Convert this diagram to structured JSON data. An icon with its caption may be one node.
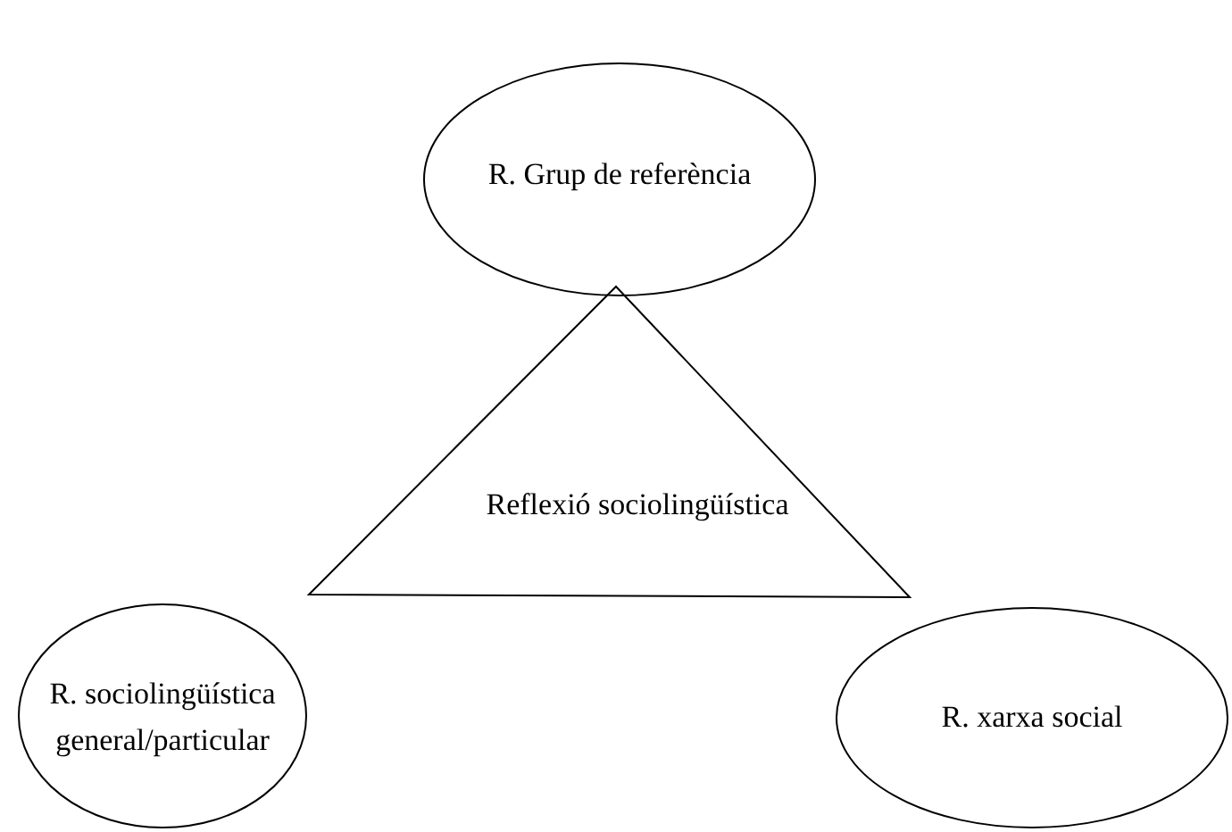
{
  "diagram": {
    "nodes": [
      {
        "text": [
          "R. Grup de referència"
        ]
      },
      {
        "text": [
          "Reflexió sociolingüística"
        ]
      },
      {
        "text": [
          "R. sociolingüística general/particular"
        ]
      },
      {
        "text": [
          "R. xarxa social"
        ]
      }
    ]
  }
}
